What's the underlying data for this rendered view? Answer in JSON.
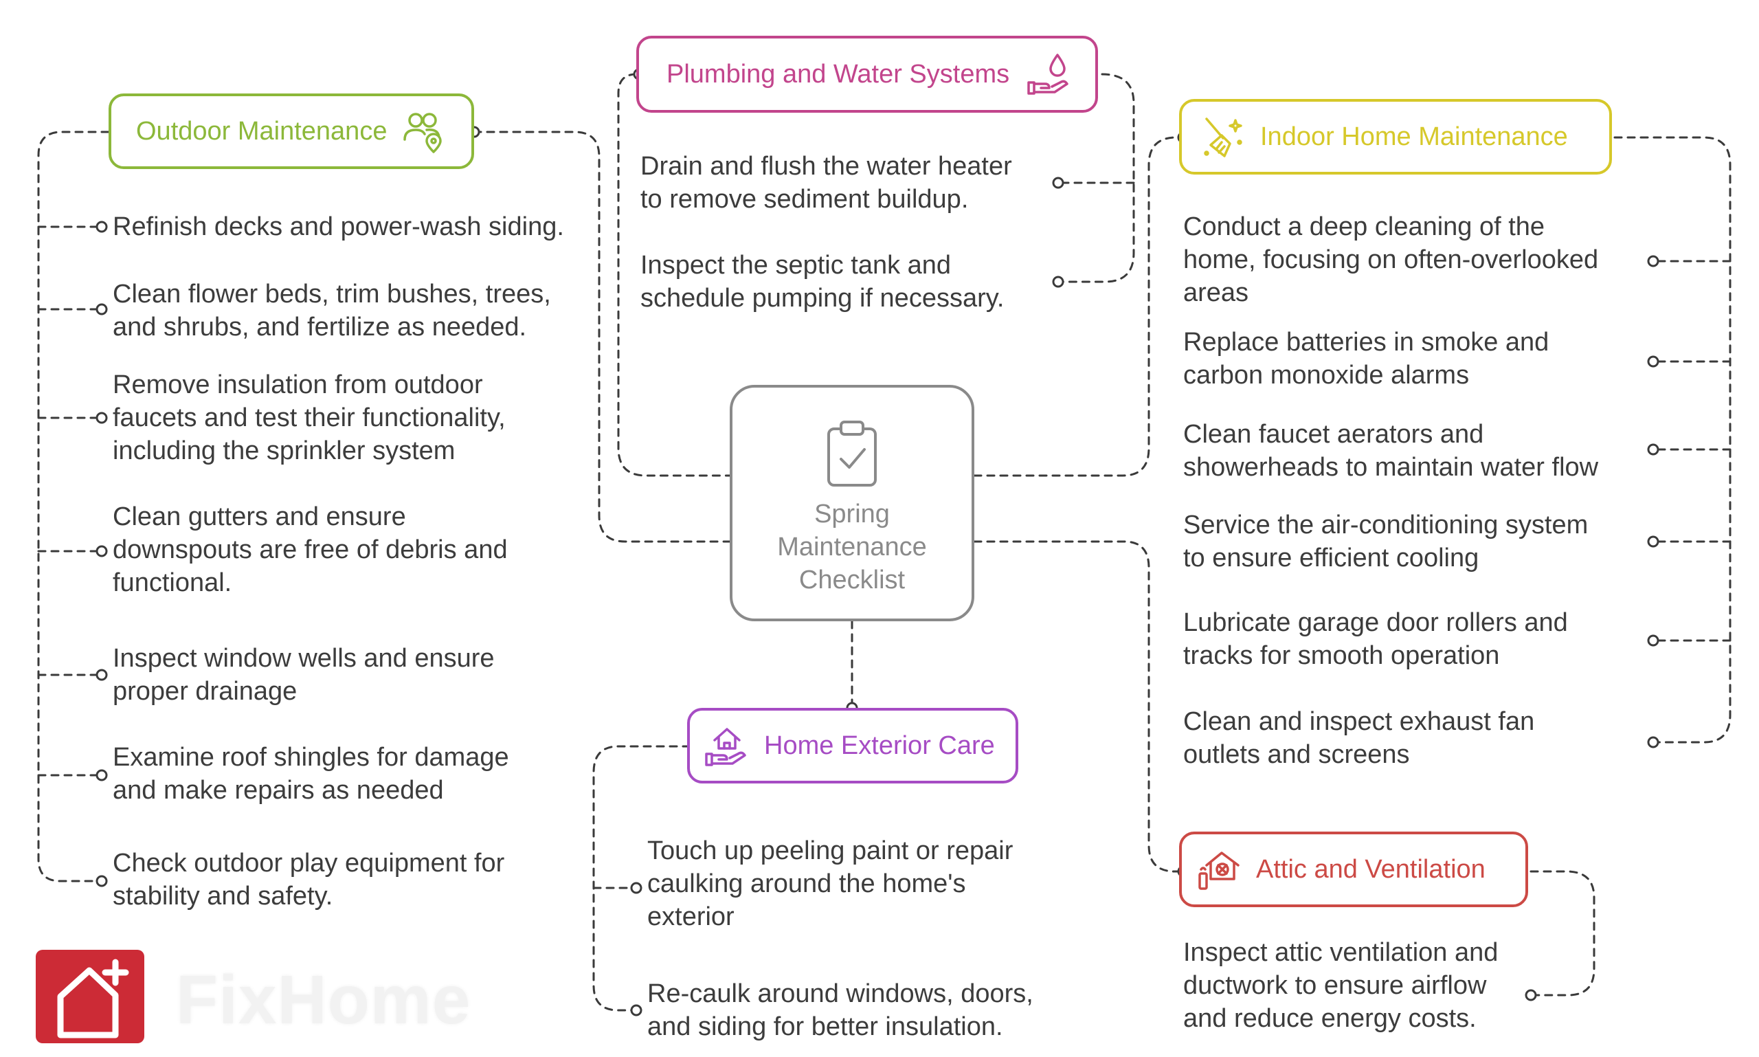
{
  "center": {
    "title_lines": [
      "Spring",
      "Maintenance",
      "Checklist"
    ]
  },
  "outdoor": {
    "title": "Outdoor Maintenance",
    "color": "#8cb83a",
    "icon": "people-location-icon",
    "items": [
      [
        "Refinish decks and power-wash siding."
      ],
      [
        "Clean flower beds, trim bushes, trees,",
        "and shrubs, and fertilize as needed."
      ],
      [
        "Remove insulation from outdoor",
        "faucets and test their functionality,",
        "including the sprinkler system"
      ],
      [
        "Clean gutters and ensure",
        "downspouts are free of debris and",
        "functional."
      ],
      [
        "Inspect window wells and ensure",
        "proper drainage"
      ],
      [
        "Examine roof shingles for damage",
        "and make repairs as needed"
      ],
      [
        "Check outdoor play equipment for",
        "stability and safety."
      ]
    ]
  },
  "plumbing": {
    "title": "Plumbing and Water Systems",
    "color": "#c2458c",
    "icon": "hand-water-drop-icon",
    "items": [
      [
        "Drain and flush the water heater",
        "to remove sediment buildup."
      ],
      [
        "Inspect the septic tank and",
        "schedule pumping if necessary."
      ]
    ]
  },
  "indoor": {
    "title": "Indoor Home Maintenance",
    "color": "#d6c82a",
    "icon": "broom-icon",
    "items": [
      [
        "Conduct a deep cleaning of the",
        "home, focusing on often-overlooked",
        "areas"
      ],
      [
        "Replace batteries in smoke and",
        "carbon monoxide alarms"
      ],
      [
        "Clean faucet aerators and",
        "showerheads to maintain water flow"
      ],
      [
        "Service the air-conditioning system",
        "to ensure efficient cooling"
      ],
      [
        "Lubricate garage door rollers and",
        "tracks for smooth operation"
      ],
      [
        "Clean and inspect exhaust fan",
        "outlets and screens"
      ]
    ]
  },
  "exterior": {
    "title": "Home Exterior Care",
    "color": "#a64cc4",
    "icon": "house-hand-icon",
    "items": [
      [
        "Touch up peeling paint or repair",
        "caulking around the home's",
        "exterior"
      ],
      [
        "Re-caulk around windows, doors,",
        "and siding for better insulation."
      ]
    ]
  },
  "attic": {
    "title": "Attic and Ventilation",
    "color": "#cc4a45",
    "icon": "attic-fan-icon",
    "items": [
      [
        "Inspect attic ventilation and",
        "ductwork to ensure airflow",
        "and reduce energy costs."
      ]
    ]
  },
  "brand": {
    "name": "FixHome",
    "logo_color": "#cc2b36",
    "icon": "house-plus-icon"
  },
  "connector_color": "#3a3a3a"
}
